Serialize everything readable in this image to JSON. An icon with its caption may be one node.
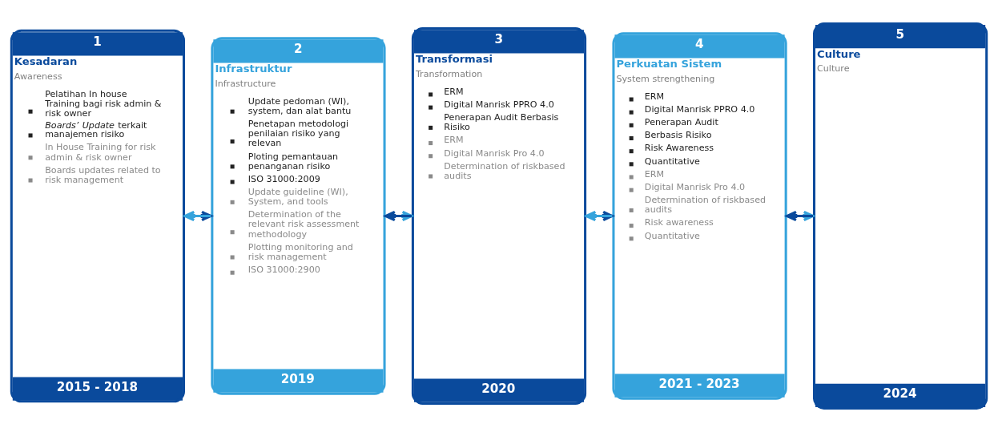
{
  "diagram": {
    "nodes": [
      {
        "text": [
          "1",
          "Kesadaran",
          "Awareness",
          "Pelatihan In house Training bagi risk admin & risk owner",
          "*Boards’ Update* terkait manajemen risiko",
          "In House Training for risk admin & risk owner",
          "Boards updates related to risk management",
          "2015 - 2018"
        ]
      },
      {
        "text": [
          "2",
          "Infrastruktur",
          "Infrastructure",
          "Update pedoman (WI), system, dan alat bantu",
          "Penetapan metodologi penilaian risiko yang relevan",
          "Ploting pemantauan penanganan risiko",
          "ISO 31000:2009",
          "Update guideline (WI), System, and tools",
          "Determination of the relevant risk assessment methodology",
          "Plotting monitoring and risk management",
          "ISO 31000:2900",
          "2019"
        ]
      },
      {
        "text": [
          "3",
          "Transformasi",
          "Transformation",
          "ERM",
          "Digital Manrisk PPRO 4.0",
          "Penerapan Audit Berbasis Risiko",
          "ERM",
          "Digital Manrisk Pro 4.0",
          "Determination of riskbased audits",
          "2020"
        ]
      },
      {
        "text": [
          "4",
          "Perkuatan Sistem",
          "System strengthening",
          "ERM",
          "Digital Manrisk PPRO 4.0",
          "Penerapan Audit",
          "Berbasis Risiko",
          "Risk Awareness",
          "Quantitative",
          "ERM",
          "Digital Manrisk Pro 4.0",
          "Determination of riskbased audits",
          "Risk awareness",
          "Quantitative",
          "2021 - 2023"
        ]
      },
      {
        "text": [
          "5",
          "Culture",
          "Culture",
          "2024"
        ]
      }
    ],
    "edges": [
      {
        "from": 0,
        "to": 1,
        "arrow": "to",
        "color": "#0a4a9c"
      },
      {
        "from": 1,
        "to": 0,
        "arrow": "to",
        "color": "#35a3dc"
      },
      {
        "from": 1,
        "to": 2,
        "arrow": "to",
        "color": "#35a3dc"
      },
      {
        "from": 2,
        "to": 1,
        "arrow": "to",
        "color": "#0a4a9c"
      },
      {
        "from": 2,
        "to": 3,
        "arrow": "to",
        "color": "#0a4a9c"
      },
      {
        "from": 3,
        "to": 2,
        "arrow": "to",
        "color": "#35a3dc"
      },
      {
        "from": 3,
        "to": 4,
        "arrow": "to",
        "color": "#35a3dc"
      },
      {
        "from": 4,
        "to": 3,
        "arrow": "to",
        "color": "#0a4a9c"
      }
    ]
  }
}
